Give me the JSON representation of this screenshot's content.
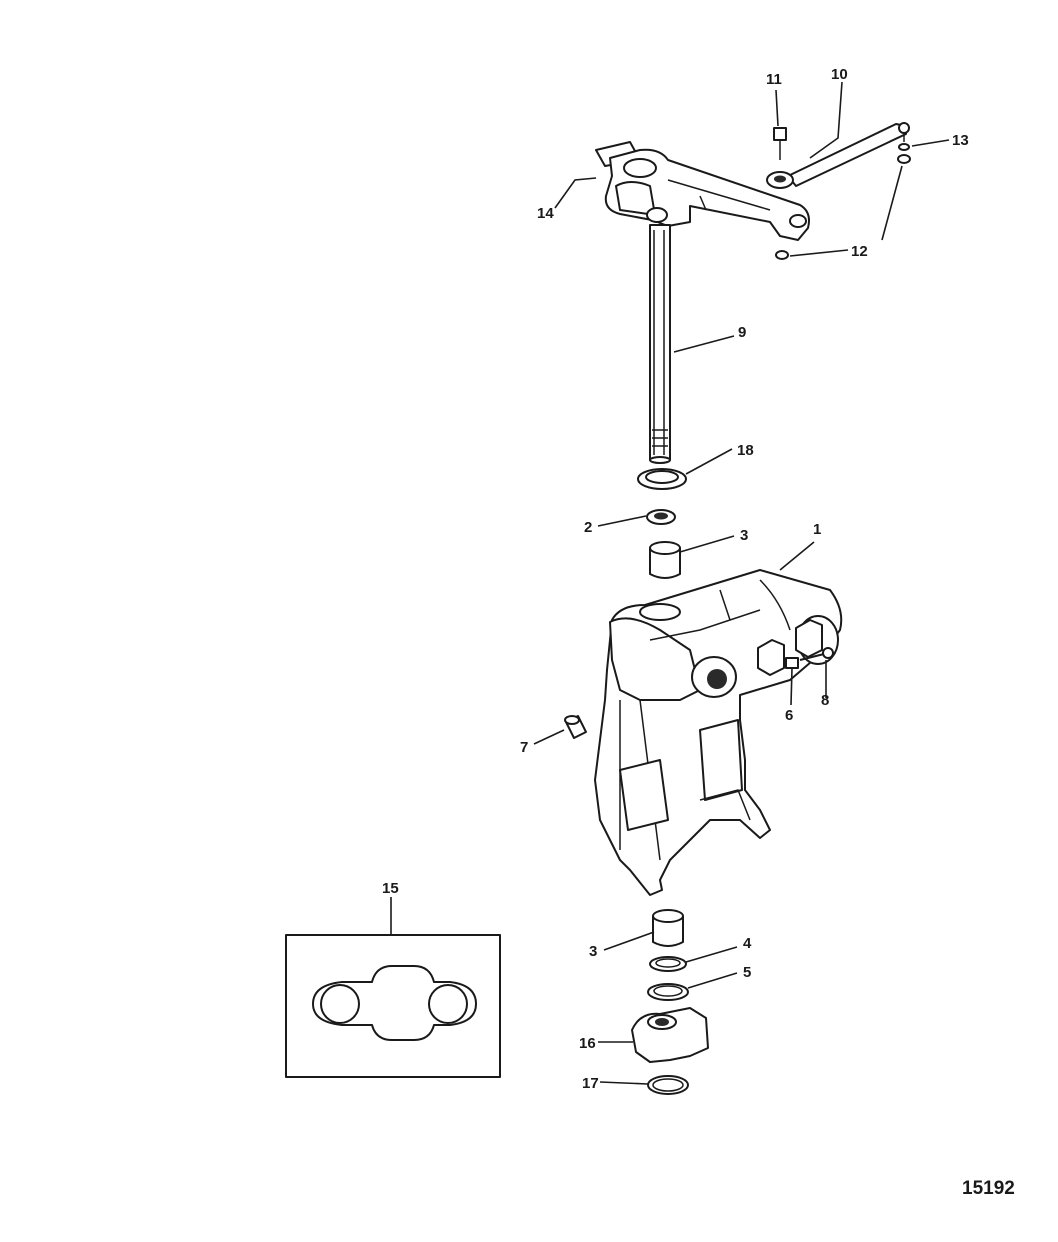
{
  "callouts": {
    "c1": "1",
    "c2": "2",
    "c3a": "3",
    "c3b": "3",
    "c4": "4",
    "c5": "5",
    "c6": "6",
    "c7": "7",
    "c8": "8",
    "c9": "9",
    "c10": "10",
    "c11": "11",
    "c12": "12",
    "c13": "13",
    "c14": "14",
    "c15": "15",
    "c16": "16",
    "c17": "17",
    "c18": "18"
  },
  "figure_number": "15192"
}
